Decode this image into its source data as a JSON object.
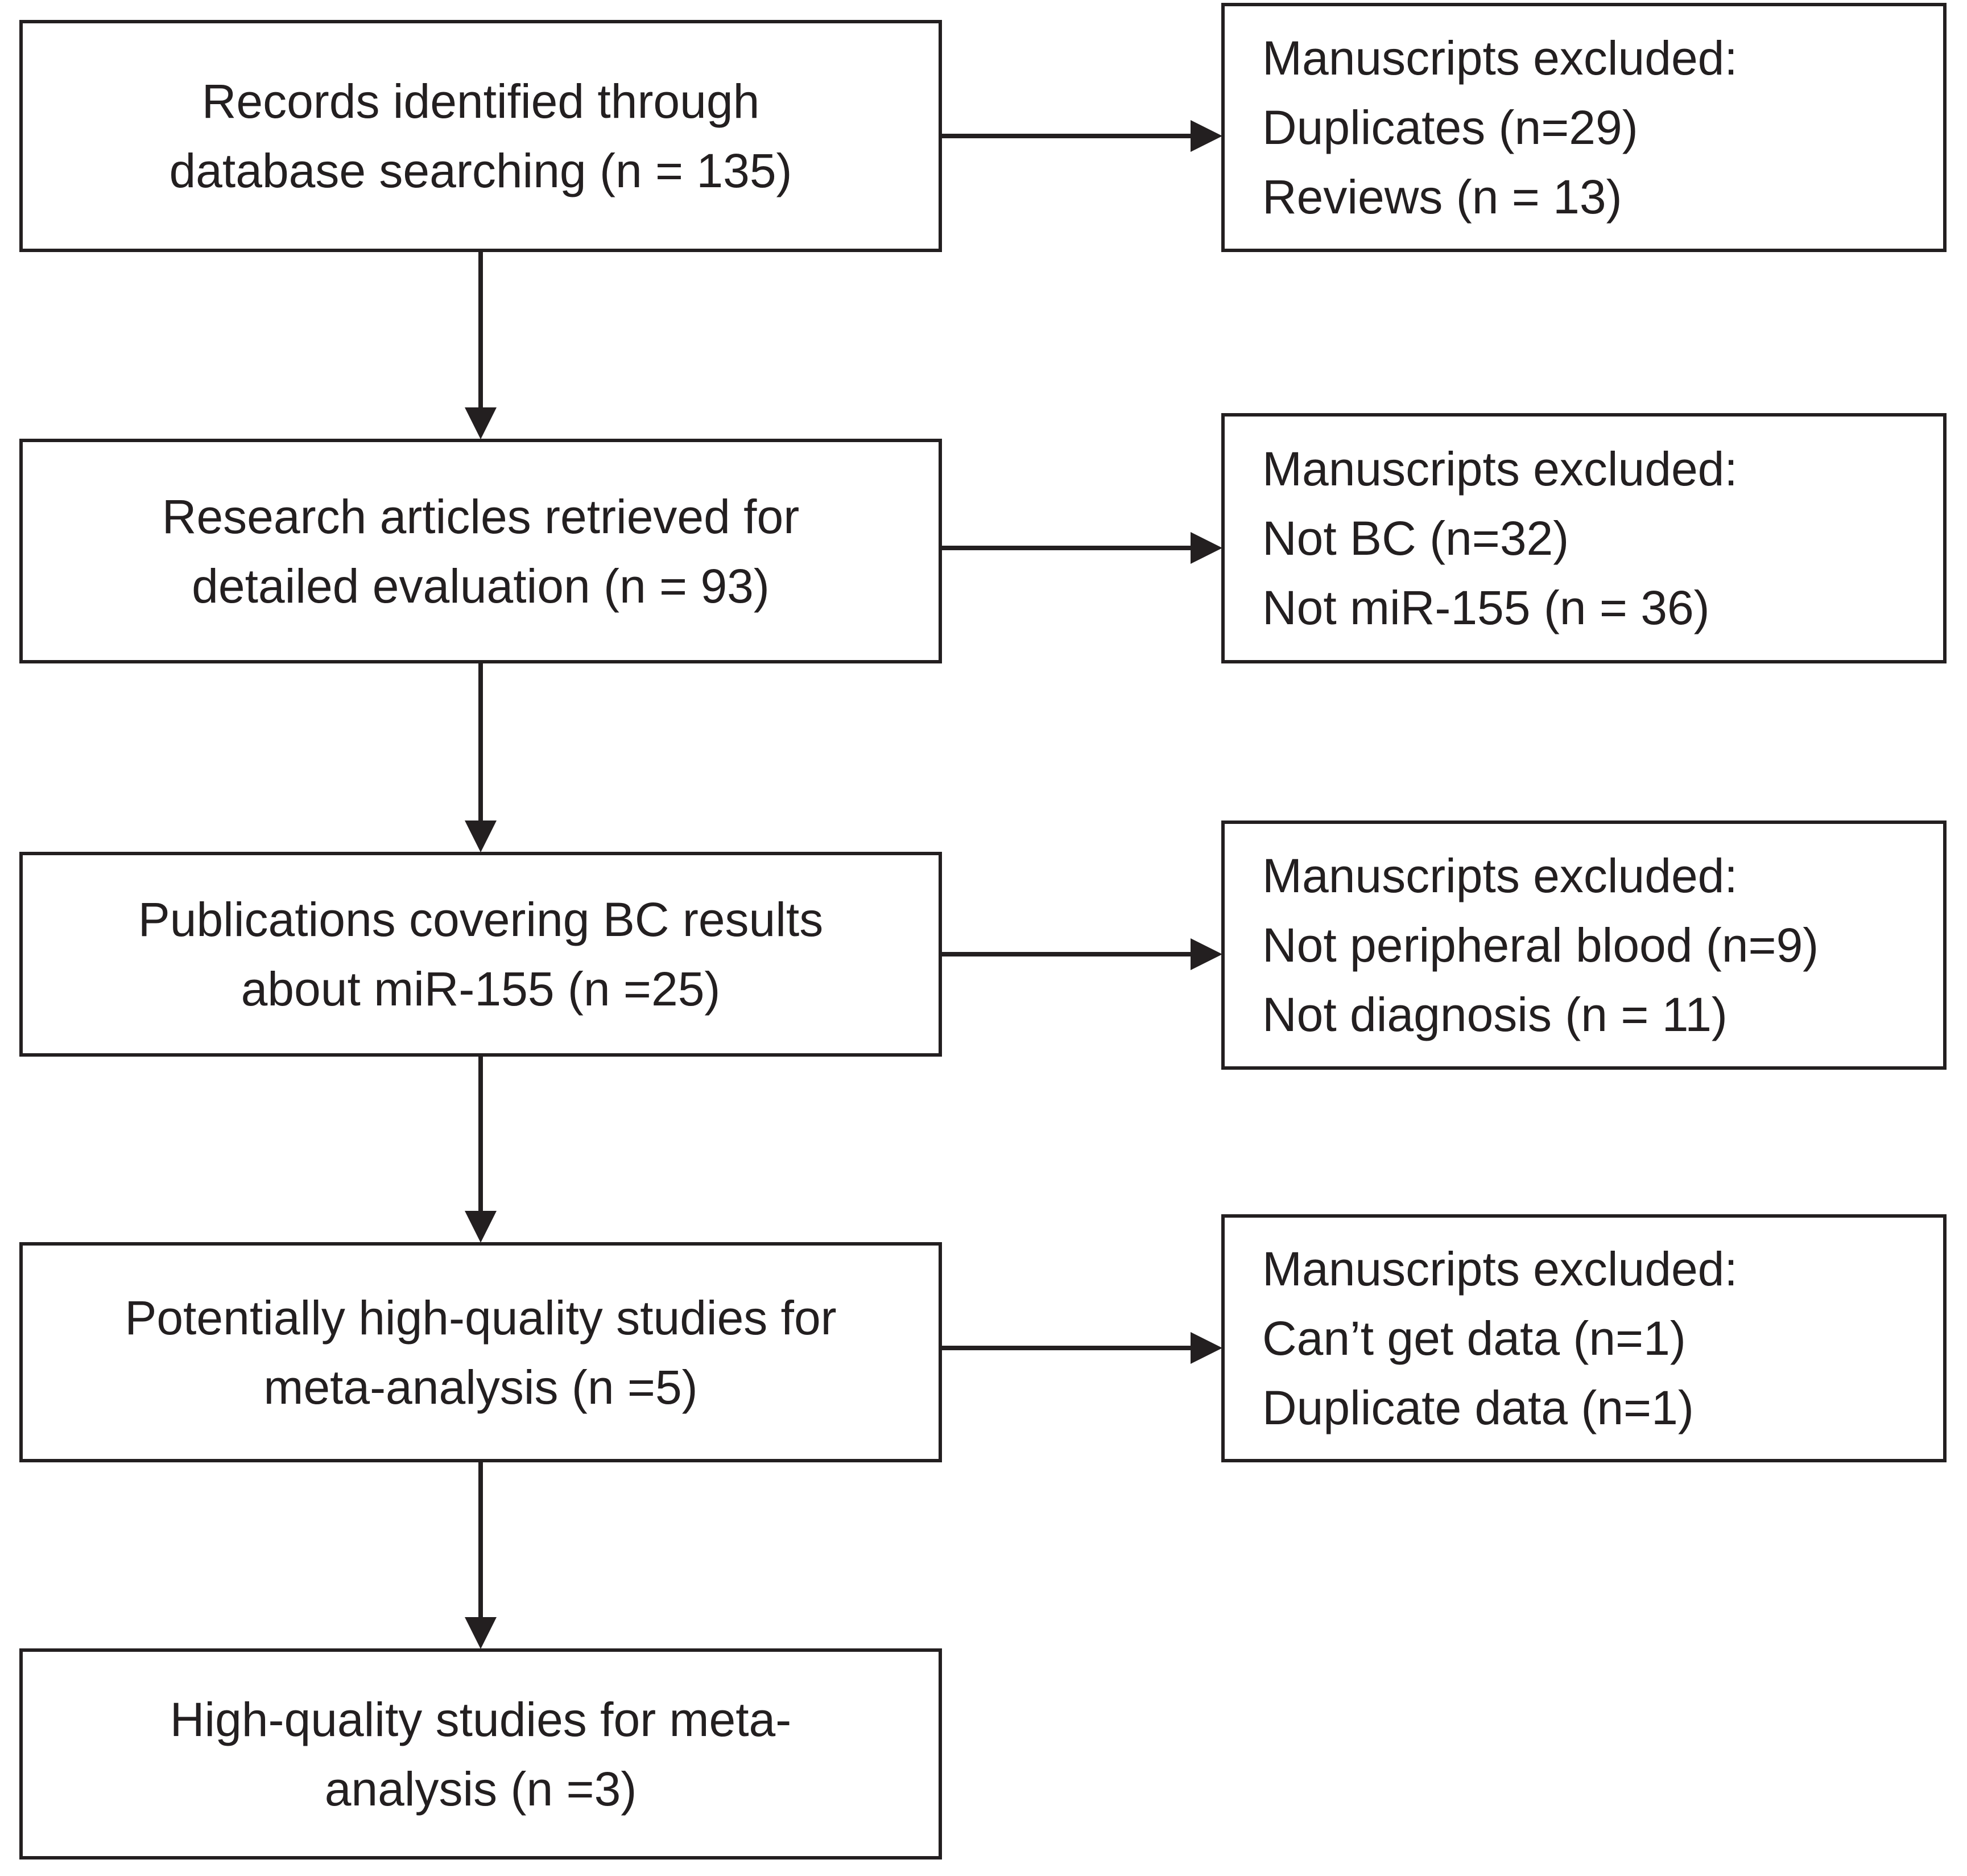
{
  "flow_steps": [
    {
      "lines": [
        "Records identified through",
        "database searching (n = 135)"
      ]
    },
    {
      "lines": [
        "Research articles retrieved for",
        "detailed evaluation (n = 93)"
      ]
    },
    {
      "lines": [
        "Publications covering BC results",
        "about miR-155 (n =25)"
      ]
    },
    {
      "lines": [
        "Potentially high-quality studies for",
        "meta-analysis (n =5)"
      ]
    },
    {
      "lines": [
        "High-quality studies for meta-",
        "analysis (n =3)"
      ]
    }
  ],
  "exclusions": [
    {
      "heading": "Manuscripts excluded:",
      "items": [
        "Duplicates (n=29)",
        "Reviews (n = 13)"
      ]
    },
    {
      "heading": "Manuscripts excluded:",
      "items": [
        "Not BC (n=32)",
        "Not miR-155 (n = 36)"
      ]
    },
    {
      "heading": "Manuscripts excluded:",
      "items": [
        "Not peripheral blood (n=9)",
        "Not diagnosis (n = 11)"
      ]
    },
    {
      "heading": "Manuscripts excluded:",
      "items": [
        "Can’t get data (n=1)",
        "Duplicate data (n=1)"
      ]
    }
  ],
  "colors": {
    "stroke": "#231f20",
    "background": "#ffffff"
  }
}
